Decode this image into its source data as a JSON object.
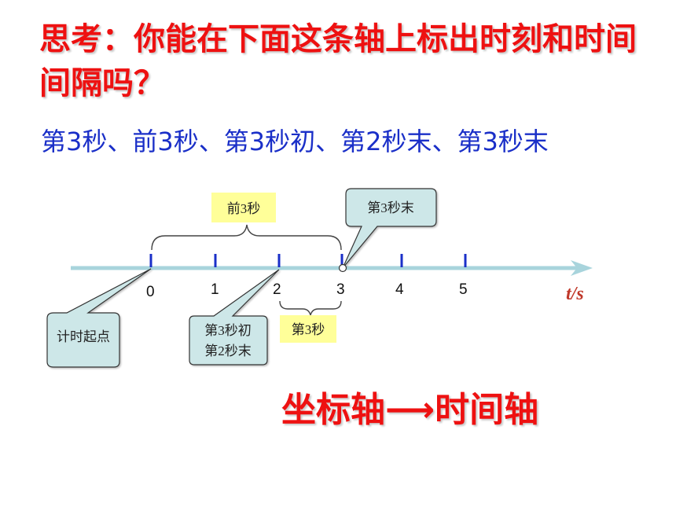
{
  "title": "思考：你能在下面这条轴上标出时刻和时间间隔吗？",
  "subtitle": "第3秒、前3秒、第3秒初、第2秒末、第3秒末",
  "axis": {
    "unit_label": "t/s",
    "ticks": [
      "0",
      "1",
      "2",
      "3",
      "4",
      "5"
    ]
  },
  "labels": {
    "first3": "前3秒",
    "third_second": "第3秒",
    "end3": "第3秒末",
    "start": "计时起点",
    "begin3_line1": "第3秒初",
    "begin3_line2": "第2秒末"
  },
  "conclusion": "坐标轴⟶时间轴",
  "colors": {
    "title": "#ee1111",
    "subtitle": "#1a2fc8",
    "axis": "#a8d4dc",
    "tick": "#1a2fc8",
    "label_box": "#ffff99",
    "callout": "#cde7e8",
    "unit": "#c0392b"
  }
}
